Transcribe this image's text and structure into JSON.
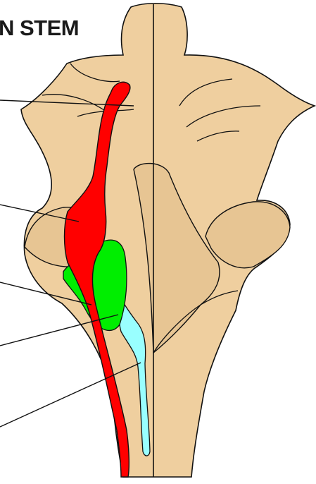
{
  "diagram": {
    "title": "N STEM",
    "colors": {
      "tissue": "#efcf9f",
      "tissue_dark": "#e6c290",
      "outline": "#111111",
      "tract_red": "#ff0000",
      "nucleus_green": "#00ee00",
      "tract_cyan": "#99ffff"
    },
    "structures": [
      {
        "id": "brainstem",
        "color": "tissue"
      },
      {
        "id": "red-tract",
        "color": "tract_red"
      },
      {
        "id": "green-nucleus",
        "color": "nucleus_green"
      },
      {
        "id": "cyan-tract",
        "color": "tract_cyan"
      }
    ],
    "leader_lines": 5
  }
}
